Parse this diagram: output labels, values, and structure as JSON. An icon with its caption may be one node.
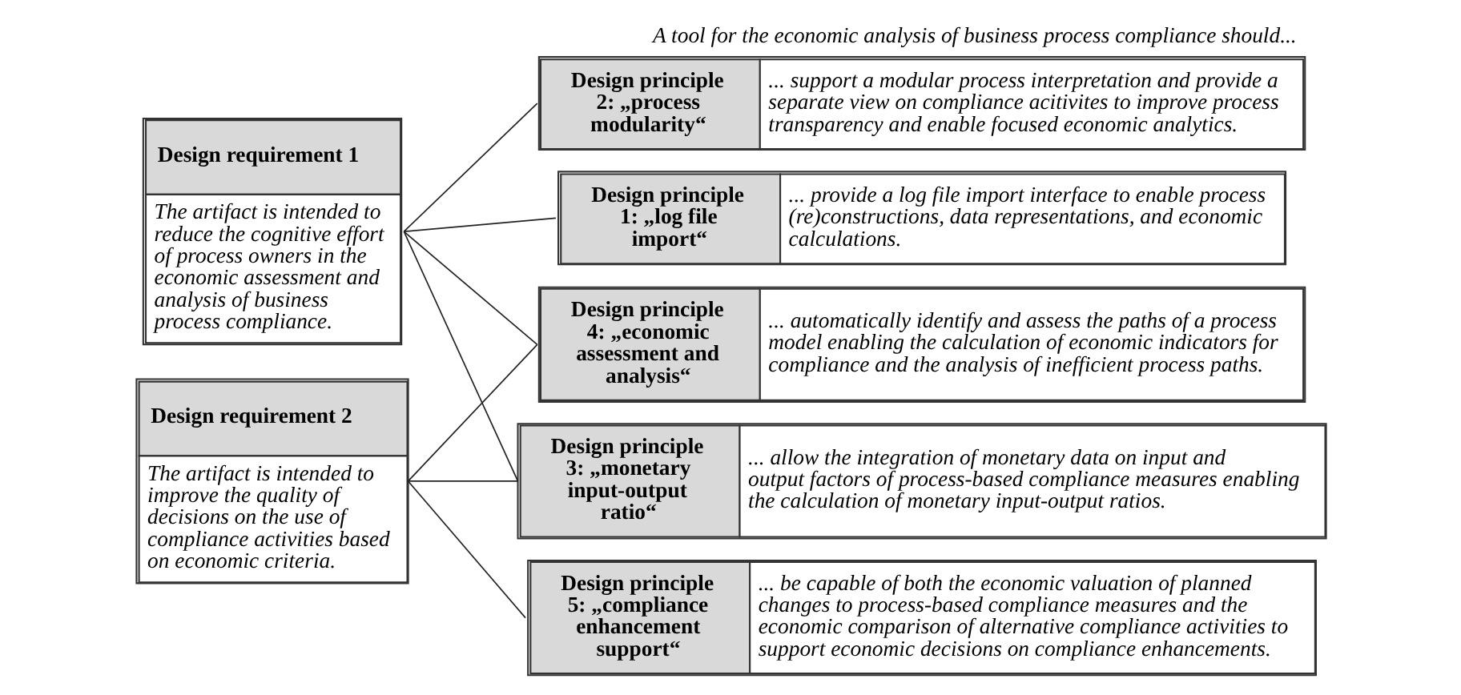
{
  "diagram": {
    "title": "A tool for the economic analysis of business process compliance should...",
    "nodes": [
      {
        "text": [
          "Design requirement 1",
          "The artifact is intended to reduce the cognitive effort of process owners in the economic assessment and analysis of business process compliance."
        ]
      },
      {
        "text": [
          "Design requirement 2",
          "The artifact is intended to improve the quality of decisions on the use of compliance activities based on economic criteria."
        ]
      },
      {
        "text": [
          "Design principle 1: „log file import“",
          "... provide a log file import interface to enable process (re)constructions, data representations, and economic calculations."
        ]
      },
      {
        "text": [
          "Design principle 2: „process modularity“",
          "... support a modular process interpretation and provide a separate view on compliance acitivites to improve process transparency and enable focused economic analytics."
        ]
      },
      {
        "text": [
          "Design principle 3: „monetary input-output ratio“",
          "... allow the integration of monetary data on input and output factors of process-based compliance measures enabling the calculation of monetary input-output ratios."
        ]
      },
      {
        "text": [
          "Design principle 4: „economic assessment and analysis“",
          "... automatically identify and assess the paths of a process model enabling the calculation of economic indicators for compliance and the analysis of inefficient process paths."
        ]
      },
      {
        "text": [
          "Design principle 5: „compliance enhancement support“",
          "... be capable of both the economic valuation of planned changes to process-based compliance measures and the economic comparison of alternative compliance activities to support economic decisions on compliance enhancements."
        ]
      }
    ],
    "edges": [
      {
        "from": 0,
        "to": 2,
        "arrow": "none"
      },
      {
        "from": 0,
        "to": 3,
        "arrow": "none"
      },
      {
        "from": 0,
        "to": 4,
        "arrow": "none"
      },
      {
        "from": 0,
        "to": 5,
        "arrow": "none"
      },
      {
        "from": 1,
        "to": 4,
        "arrow": "none"
      },
      {
        "from": 1,
        "to": 5,
        "arrow": "none"
      },
      {
        "from": 1,
        "to": 6,
        "arrow": "none"
      }
    ]
  }
}
